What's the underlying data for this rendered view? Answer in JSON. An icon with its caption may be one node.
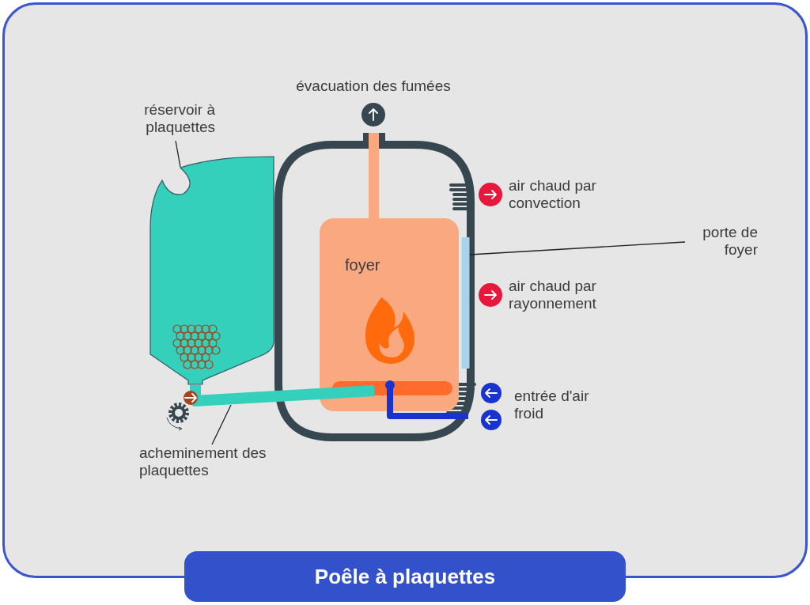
{
  "diagram": {
    "title": "Poêle à plaquettes",
    "nodes": [
      {
        "text": [
          "réservoir à plaquettes"
        ]
      },
      {
        "text": [],
        "shape": "picture"
      },
      {
        "text": [
          "acheminement des plaquettes"
        ]
      },
      {
        "text": [],
        "shape": "bar"
      },
      {
        "text": [
          "porte de foyer"
        ]
      },
      {
        "text": [],
        "shape": "bar"
      },
      {
        "text": [
          "foyer"
        ]
      }
    ],
    "edges": [
      {
        "from": 0,
        "to": 1,
        "arrow": "none"
      },
      {
        "from": 2,
        "to": 3,
        "arrow": "none"
      },
      {
        "from": 4,
        "to": 5,
        "arrow": "none"
      }
    ],
    "labels": [
      "évacuation des fumées",
      "air chaud par convection",
      "air chaud par rayonnement",
      "entrée d'air froid"
    ]
  }
}
